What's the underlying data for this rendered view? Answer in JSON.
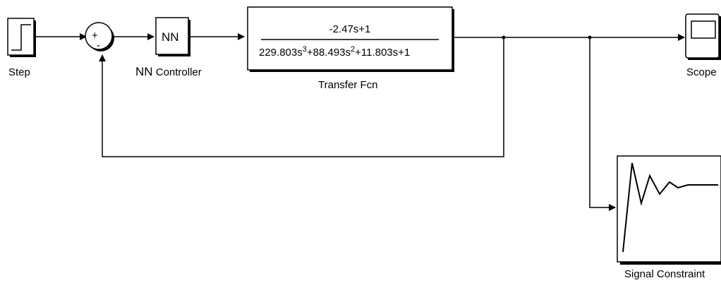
{
  "blocks": {
    "step": {
      "label": "Step"
    },
    "nn_controller": {
      "icon_text": "NN",
      "label_strong": "NN",
      "label_rest": " Controller"
    },
    "transfer_fcn": {
      "label": "Transfer Fcn",
      "numerator": "-2.47s+1",
      "den_a": "229.803s",
      "den_a_exp": "3",
      "den_b": "+88.493s",
      "den_b_exp": "2",
      "den_c": "+11.803s+1"
    },
    "scope": {
      "label": "Scope"
    },
    "signal_constraint": {
      "label": "Signal Constraint"
    },
    "sum": {
      "minus_sign": "-",
      "plus_sign": "+"
    }
  },
  "colors": {
    "line": "#000000",
    "shadow": "#000000",
    "background": "#ffffff"
  }
}
